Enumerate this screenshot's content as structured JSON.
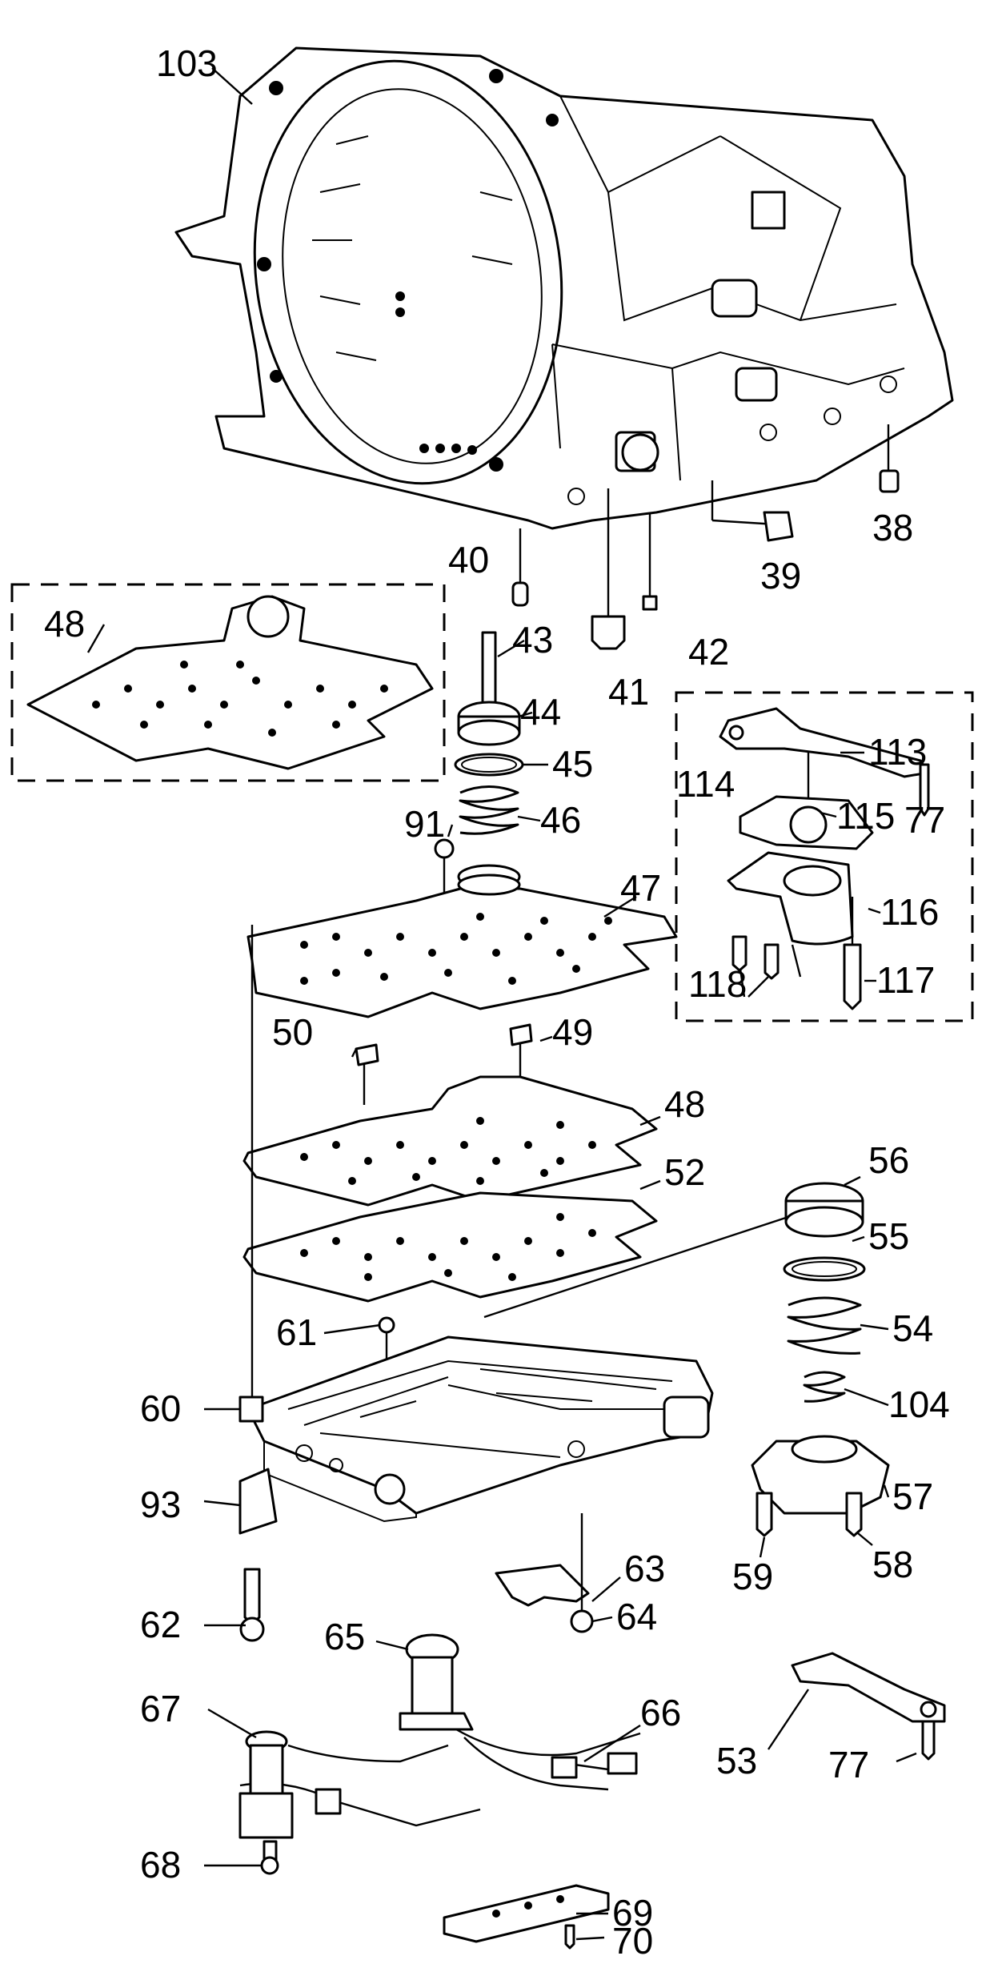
{
  "callouts": {
    "c103": "103",
    "c38": "38",
    "c39": "39",
    "c40": "40",
    "c41": "41",
    "c42": "42",
    "c43": "43",
    "c44": "44",
    "c45": "45",
    "c46": "46",
    "c47": "47",
    "c48a": "48",
    "c48b": "48",
    "c49": "49",
    "c50": "50",
    "c52": "52",
    "c53": "53",
    "c54": "54",
    "c55": "55",
    "c56": "56",
    "c57": "57",
    "c58": "58",
    "c59": "59",
    "c60": "60",
    "c61": "61",
    "c62": "62",
    "c63": "63",
    "c64": "64",
    "c65": "65",
    "c66": "66",
    "c67": "67",
    "c68": "68",
    "c69": "69",
    "c70": "70",
    "c77a": "77",
    "c77b": "77",
    "c91": "91",
    "c93": "93",
    "c104": "104",
    "c113": "113",
    "c114": "114",
    "c115": "115",
    "c116": "116",
    "c117": "117",
    "c118": "118"
  },
  "colors": {
    "line": "#000000",
    "background": "#ffffff"
  }
}
